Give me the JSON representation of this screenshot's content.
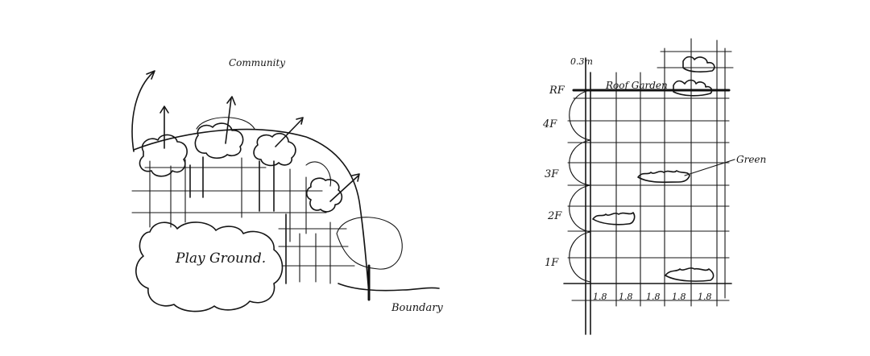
{
  "left_sketch": {
    "community_label": "Community",
    "playground_label": "Play Ground.",
    "boundary_label": "Boundary"
  },
  "right_sketch": {
    "top_dim_label": "0.3m",
    "roof_garden_label": "Roof Garden",
    "green_label": "Green",
    "floor_labels": [
      "RF",
      "4F",
      "3F",
      "2F",
      "1F"
    ],
    "bay_labels": [
      "1.8",
      "1.8",
      "1.8",
      "1.8",
      "1.8"
    ]
  }
}
